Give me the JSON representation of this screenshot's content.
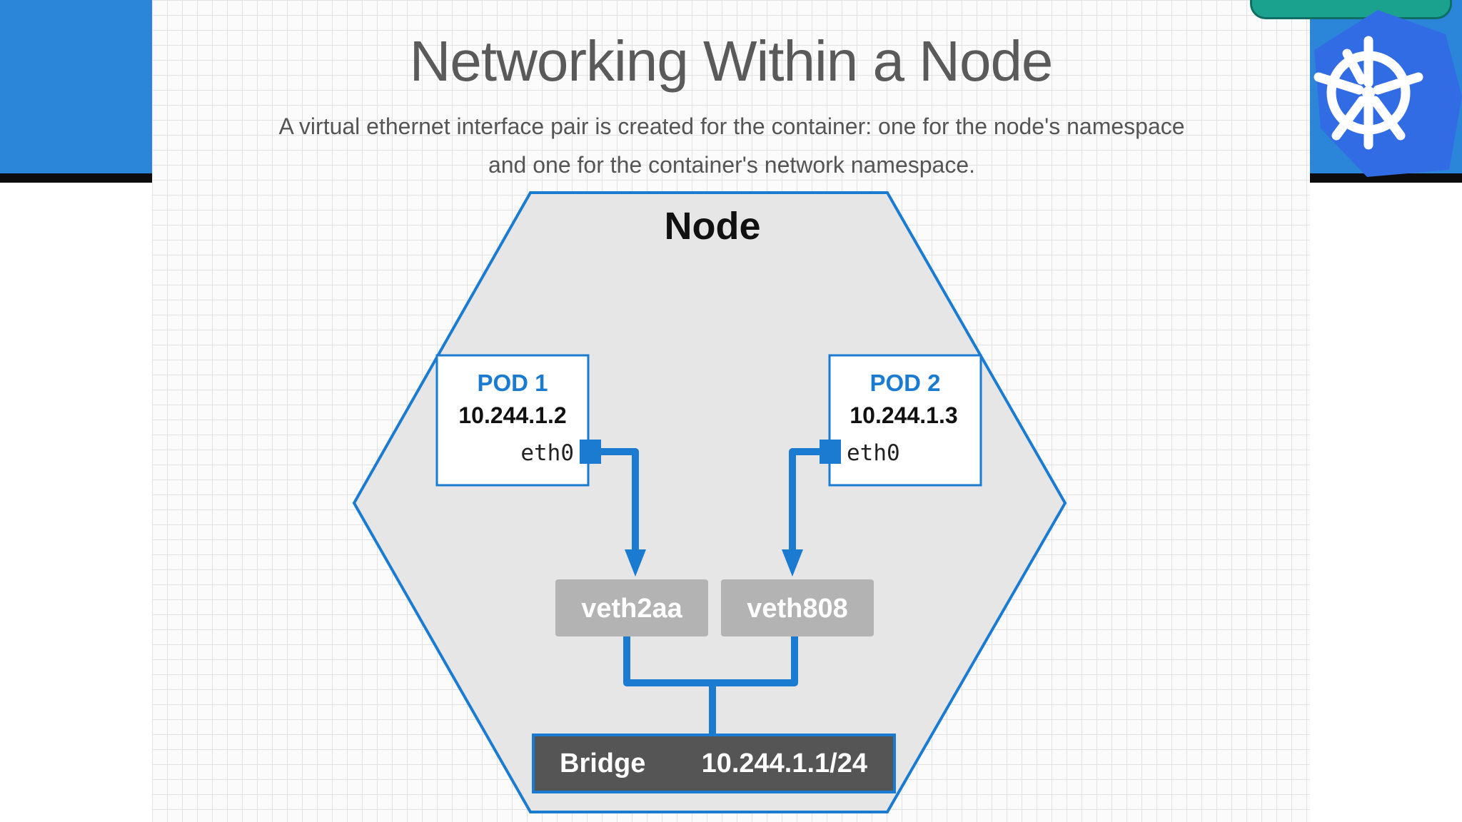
{
  "slide": {
    "title": "Networking Within a Node",
    "subtitle_line1": "A virtual ethernet interface pair is created for the container: one for the node's namespace",
    "subtitle_line2": "and one for the container's network namespace."
  },
  "logo": {
    "icon": "kubernetes-helm-wheel-icon",
    "color": "#326ce5"
  },
  "diagram": {
    "node_label": "Node",
    "pods": [
      {
        "name": "POD 1",
        "ip": "10.244.1.2",
        "iface": "eth0"
      },
      {
        "name": "POD 2",
        "ip": "10.244.1.3",
        "iface": "eth0"
      }
    ],
    "veths": [
      "veth2aa",
      "veth808"
    ],
    "bridge": {
      "label": "Bridge",
      "cidr": "10.244.1.1/24"
    }
  },
  "colors": {
    "accent_blue": "#1a7bd1",
    "hexagon_fill": "#e6e6e6",
    "veth_fill": "#b3b3b3",
    "bridge_fill": "#555555",
    "band_blue": "#2b86da"
  }
}
